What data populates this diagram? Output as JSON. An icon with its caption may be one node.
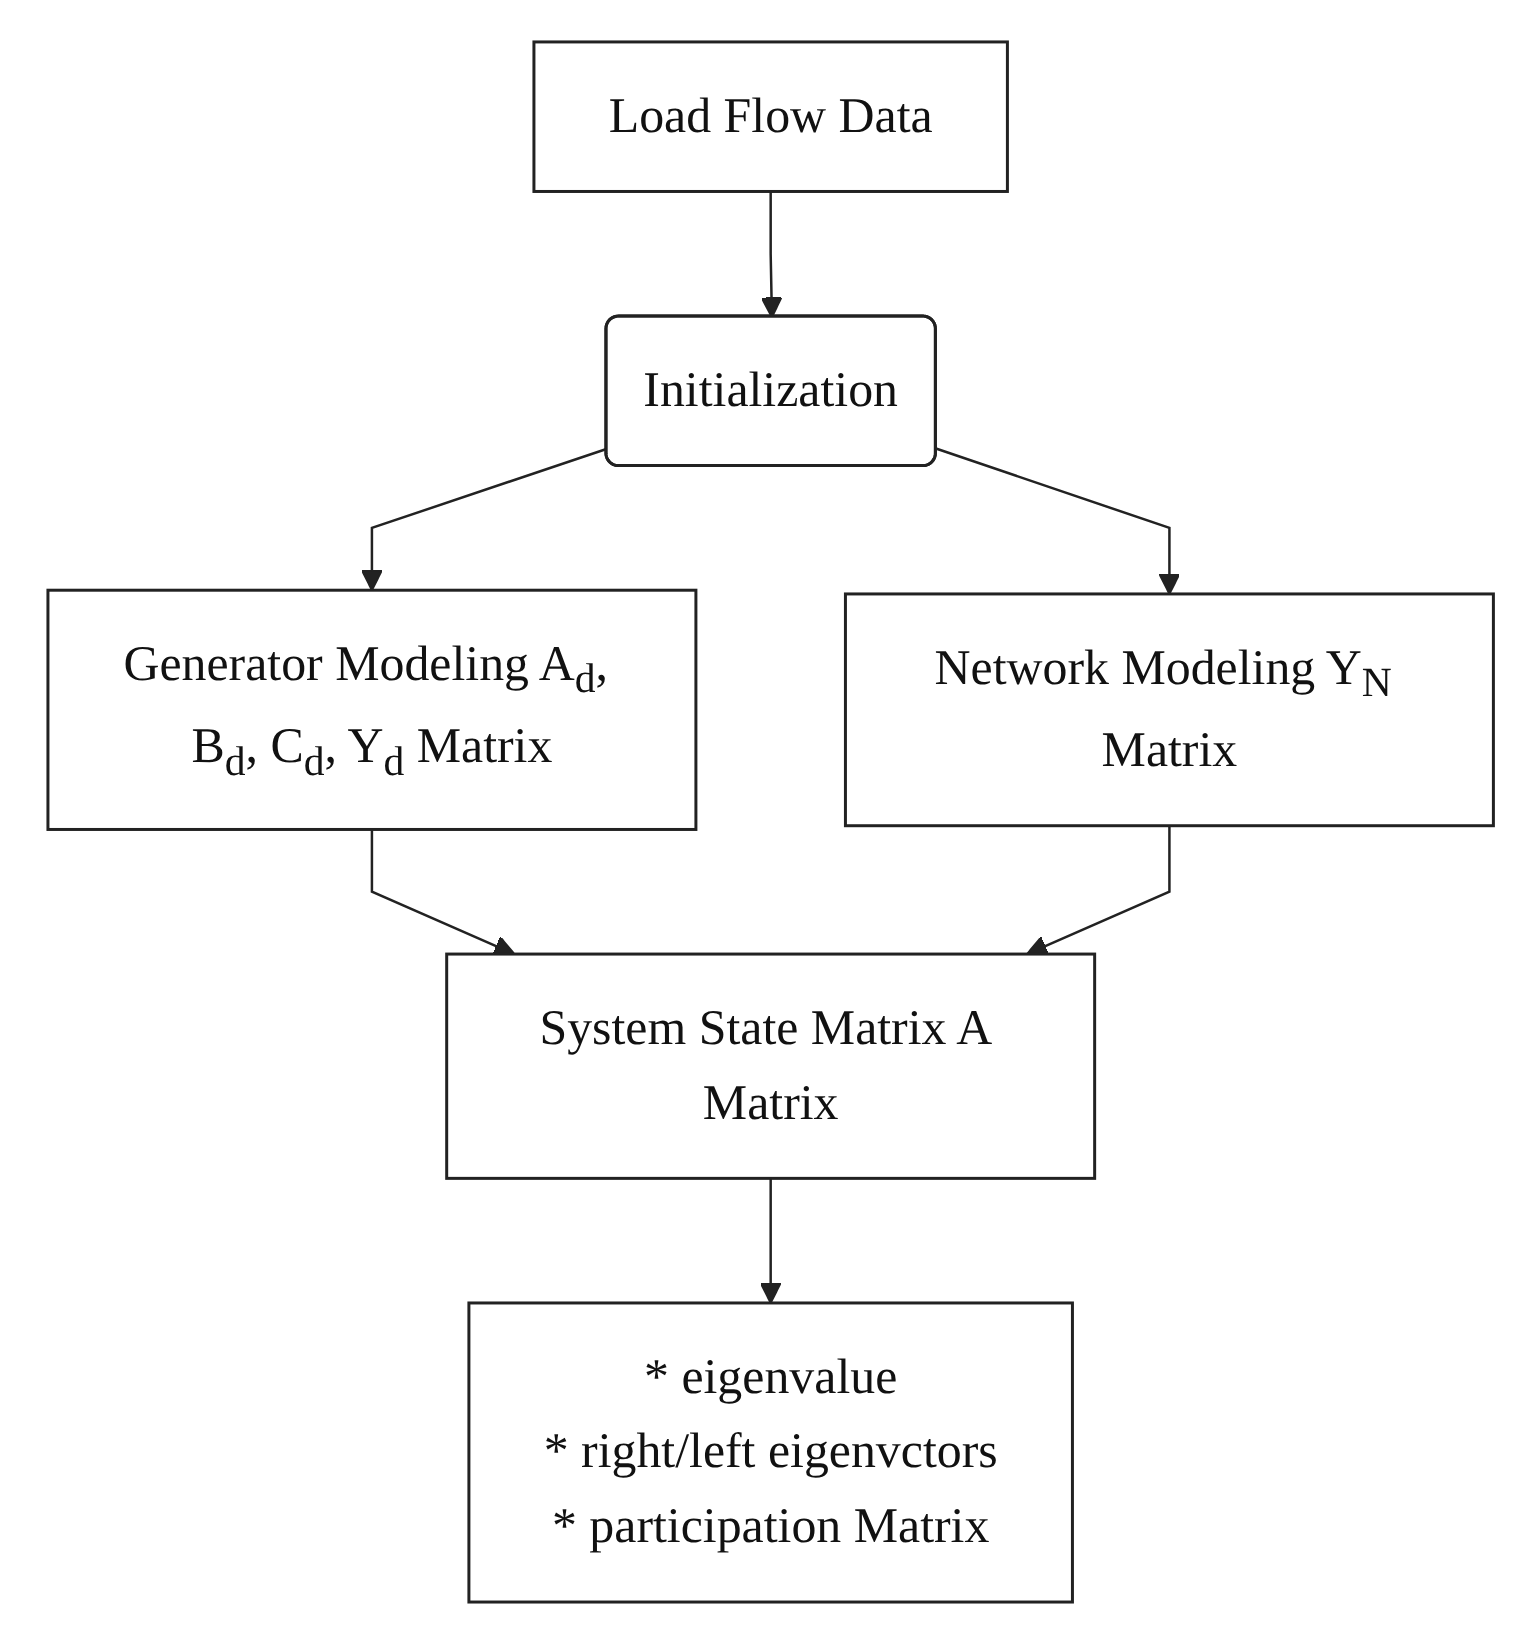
{
  "diagram": {
    "nodes": [
      {
        "text": [
          "Load Flow Data"
        ]
      },
      {
        "text": [
          "Initialization"
        ]
      },
      {
        "text": [
          "Network Modeling Y$_{N}$ Matrix"
        ]
      },
      {
        "text": [
          "Generator Modeling A$_{d}$, B$_{d}$, C$_{d}$, Y$_{d}$ Matrix"
        ]
      },
      {
        "text": [
          "System State Matrix A Matrix"
        ]
      },
      {
        "text": [
          "* eigenvalue",
          "* right/left eigenvctors",
          "* participation Matrix"
        ]
      }
    ],
    "edges": [
      {
        "from": 0,
        "to": 1,
        "arrow": "to"
      },
      {
        "from": 1,
        "to": 2,
        "arrow": "to"
      },
      {
        "from": 1,
        "to": 3,
        "arrow": "to"
      },
      {
        "from": 3,
        "to": 4,
        "arrow": "to"
      },
      {
        "from": 2,
        "to": 4,
        "arrow": "to"
      },
      {
        "from": 4,
        "to": 5,
        "arrow": "to"
      }
    ]
  }
}
